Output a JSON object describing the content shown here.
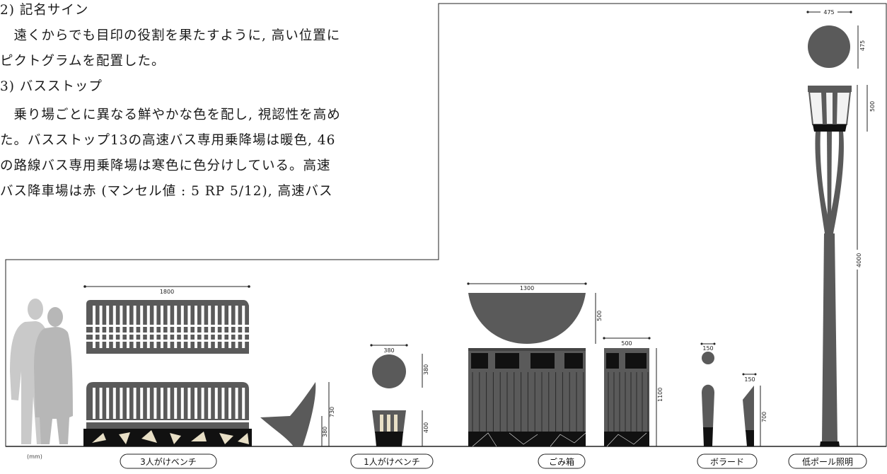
{
  "text": {
    "lines": [
      "2) 記名サイン",
      "　遠くからでも目印の役割を果たすように, 高い位置に",
      "ピクトグラムを配置した。",
      "3) バスストップ",
      "　乗り場ごとに異なる鮮やかな色を配し, 視認性を高め",
      "た。バスストップ13の高速バス専用乗降場は暖色, 46",
      "の路線バス専用乗降場は寒色に色分けしている。高速",
      "バス降車場は赤 (マンセル値 : 5 RP 5/12), 高速バス"
    ]
  },
  "figure": {
    "unit_note": "(mm)",
    "labels": {
      "bench3": "3人がけベンチ",
      "bench1": "1人がけベンチ",
      "trash": "ごみ箱",
      "bollard": "ボラード",
      "lamp": "低ポール照明"
    },
    "dimensions": {
      "bench3_width": "1800",
      "seat_height": "380",
      "back_height": "730",
      "stool_top_diameter": "380",
      "stool_top_height": "380",
      "stool_base_height": "400",
      "bin_bowl_width": "1300",
      "bin_bowl_height": "500",
      "bin_side_width": "500",
      "bin_height": "1100",
      "bollard_ball_width": "150",
      "bollard_side_width": "150",
      "bollard_height": "700",
      "lamp_ball_width": "475",
      "lamp_ball_height": "475",
      "lamp_head_height": "500",
      "lamp_pole_height": "4000"
    },
    "colors": {
      "furniture": "#5a5a5a",
      "base": "#111111",
      "silhouette": "#c4c4c4",
      "tile": "#e8dfc6"
    }
  }
}
